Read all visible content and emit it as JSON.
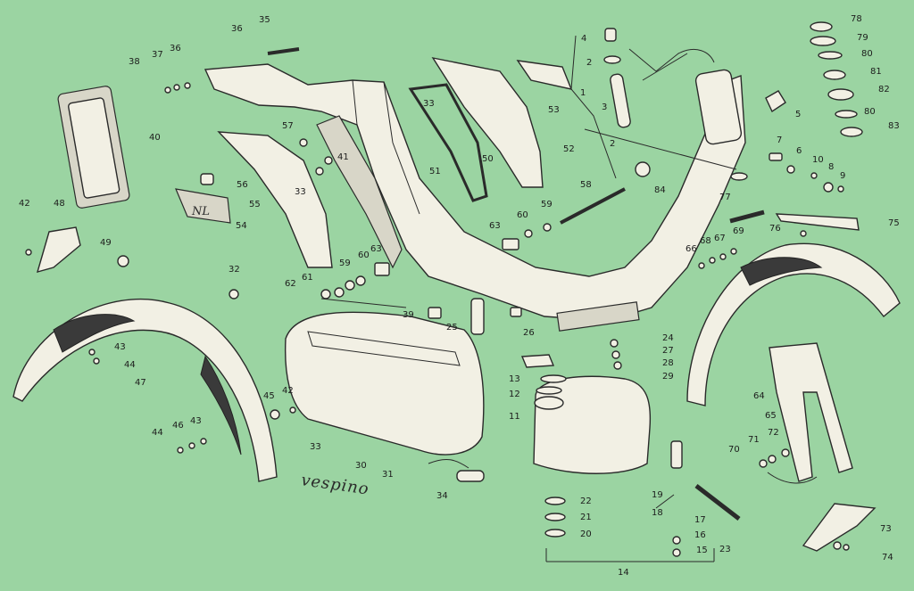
{
  "labels": [
    {
      "num": "1"
    },
    {
      "num": "2"
    },
    {
      "num": "2"
    },
    {
      "num": "3"
    },
    {
      "num": "4"
    },
    {
      "num": "5"
    },
    {
      "num": "6"
    },
    {
      "num": "7"
    },
    {
      "num": "8"
    },
    {
      "num": "9"
    },
    {
      "num": "10"
    },
    {
      "num": "11"
    },
    {
      "num": "12"
    },
    {
      "num": "13"
    },
    {
      "num": "14"
    },
    {
      "num": "15"
    },
    {
      "num": "16"
    },
    {
      "num": "17"
    },
    {
      "num": "18"
    },
    {
      "num": "19"
    },
    {
      "num": "20"
    },
    {
      "num": "21"
    },
    {
      "num": "22"
    },
    {
      "num": "23"
    },
    {
      "num": "24"
    },
    {
      "num": "25"
    },
    {
      "num": "26"
    },
    {
      "num": "27"
    },
    {
      "num": "28"
    },
    {
      "num": "29"
    },
    {
      "num": "30"
    },
    {
      "num": "31"
    },
    {
      "num": "32"
    },
    {
      "num": "33"
    },
    {
      "num": "33"
    },
    {
      "num": "33"
    },
    {
      "num": "34"
    },
    {
      "num": "35"
    },
    {
      "num": "36"
    },
    {
      "num": "36"
    },
    {
      "num": "37"
    },
    {
      "num": "38"
    },
    {
      "num": "39"
    },
    {
      "num": "40"
    },
    {
      "num": "41"
    },
    {
      "num": "42"
    },
    {
      "num": "42"
    },
    {
      "num": "43"
    },
    {
      "num": "43"
    },
    {
      "num": "44"
    },
    {
      "num": "44"
    },
    {
      "num": "45"
    },
    {
      "num": "46"
    },
    {
      "num": "47"
    },
    {
      "num": "48"
    },
    {
      "num": "49"
    },
    {
      "num": "50"
    },
    {
      "num": "51"
    },
    {
      "num": "52"
    },
    {
      "num": "53"
    },
    {
      "num": "54"
    },
    {
      "num": "55"
    },
    {
      "num": "56"
    },
    {
      "num": "57"
    },
    {
      "num": "58"
    },
    {
      "num": "59"
    },
    {
      "num": "59"
    },
    {
      "num": "60"
    },
    {
      "num": "60"
    },
    {
      "num": "61"
    },
    {
      "num": "62"
    },
    {
      "num": "63"
    },
    {
      "num": "63"
    },
    {
      "num": "64"
    },
    {
      "num": "65"
    },
    {
      "num": "66"
    },
    {
      "num": "67"
    },
    {
      "num": "68"
    },
    {
      "num": "69"
    },
    {
      "num": "70"
    },
    {
      "num": "71"
    },
    {
      "num": "72"
    },
    {
      "num": "73"
    },
    {
      "num": "74"
    },
    {
      "num": "75"
    },
    {
      "num": "76"
    },
    {
      "num": "77"
    },
    {
      "num": "78"
    },
    {
      "num": "79"
    },
    {
      "num": "80"
    },
    {
      "num": "80"
    },
    {
      "num": "81"
    },
    {
      "num": "82"
    },
    {
      "num": "83"
    },
    {
      "num": "84"
    }
  ],
  "badge_text": "NL",
  "logo_text": "vespino",
  "colors": {
    "background": "#9bd4a2",
    "part": "#f2f0e4",
    "ink": "#2a2a2a"
  }
}
